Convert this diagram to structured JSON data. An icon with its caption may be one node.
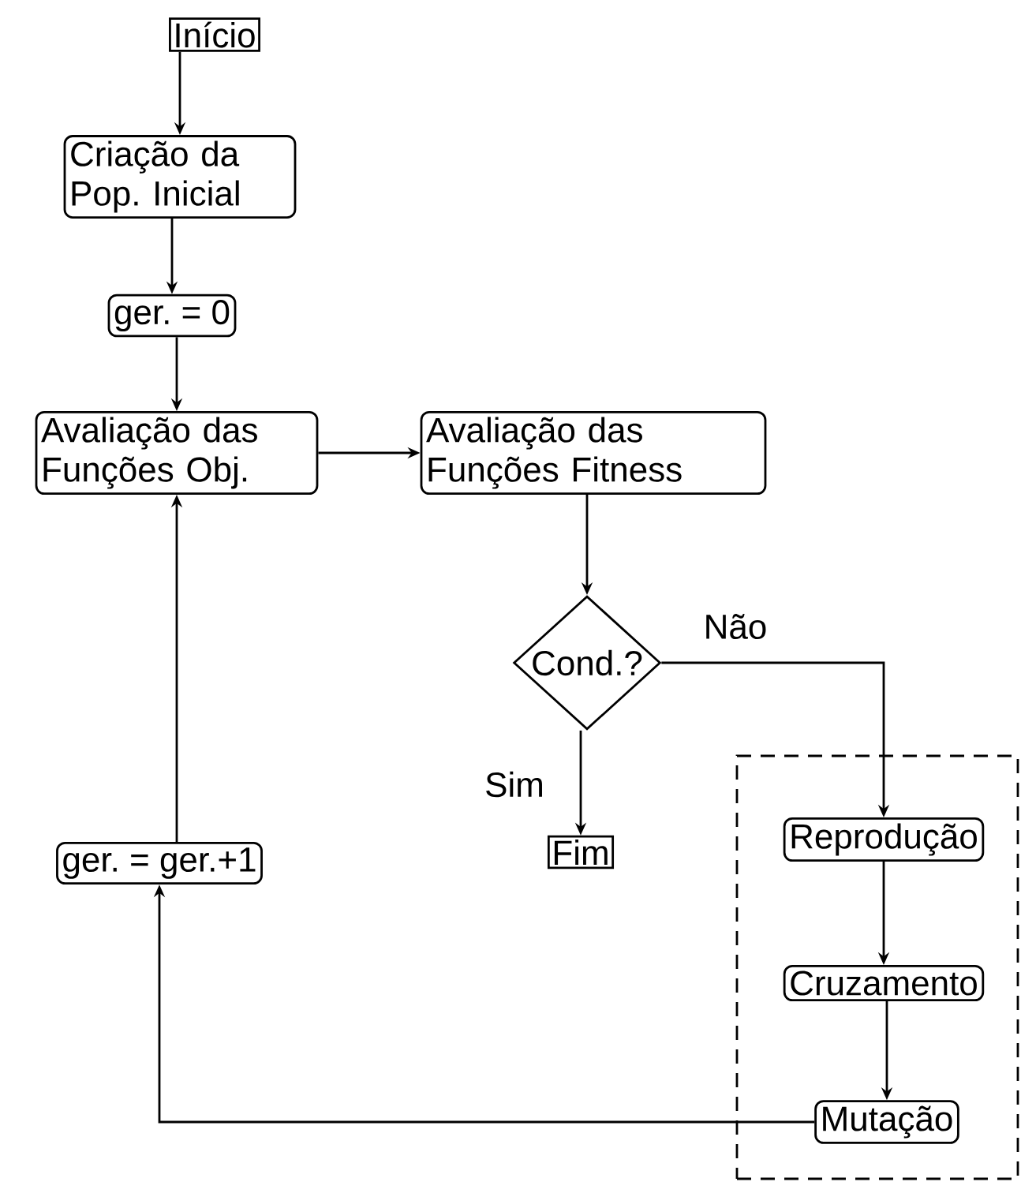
{
  "diagram": {
    "nodes": [
      {
        "text": [
          "Início"
        ]
      },
      {
        "text": [
          "Criação da Pop. Inicial"
        ]
      },
      {
        "text": [
          "ger. = 0"
        ]
      },
      {
        "text": [
          "Avaliação das Funções Obj."
        ]
      },
      {
        "text": [
          "Avaliação das Funções Fitness"
        ]
      },
      {
        "text": [
          "Cond.?"
        ]
      },
      {
        "text": [
          "Fim"
        ]
      },
      {
        "text": [
          "ger. = ger.+1"
        ]
      },
      {
        "text": [],
        "shape": "box"
      },
      {
        "text": [
          "Reprodução"
        ],
        "in": 8
      },
      {
        "text": [
          "Cruzamento"
        ],
        "in": 8
      },
      {
        "text": [
          "Mutação"
        ],
        "in": 8
      }
    ],
    "edges": [
      {
        "from": 0,
        "to": 1,
        "arrow": "to"
      },
      {
        "from": 1,
        "to": 2,
        "arrow": "to"
      },
      {
        "from": 2,
        "to": 3,
        "arrow": "to"
      },
      {
        "from": 3,
        "to": 4,
        "arrow": "to"
      },
      {
        "from": 4,
        "to": 5,
        "arrow": "to"
      },
      {
        "from": 5,
        "to": 6,
        "label": "Sim",
        "arrow": "to"
      },
      {
        "from": 5,
        "to": 9,
        "label": "Não",
        "arrow": "to"
      },
      {
        "from": 9,
        "to": 10,
        "arrow": "to"
      },
      {
        "from": 10,
        "to": 11,
        "arrow": "to"
      },
      {
        "from": 11,
        "to": 7,
        "arrow": "to"
      },
      {
        "from": 7,
        "to": 3,
        "arrow": "to"
      }
    ]
  }
}
